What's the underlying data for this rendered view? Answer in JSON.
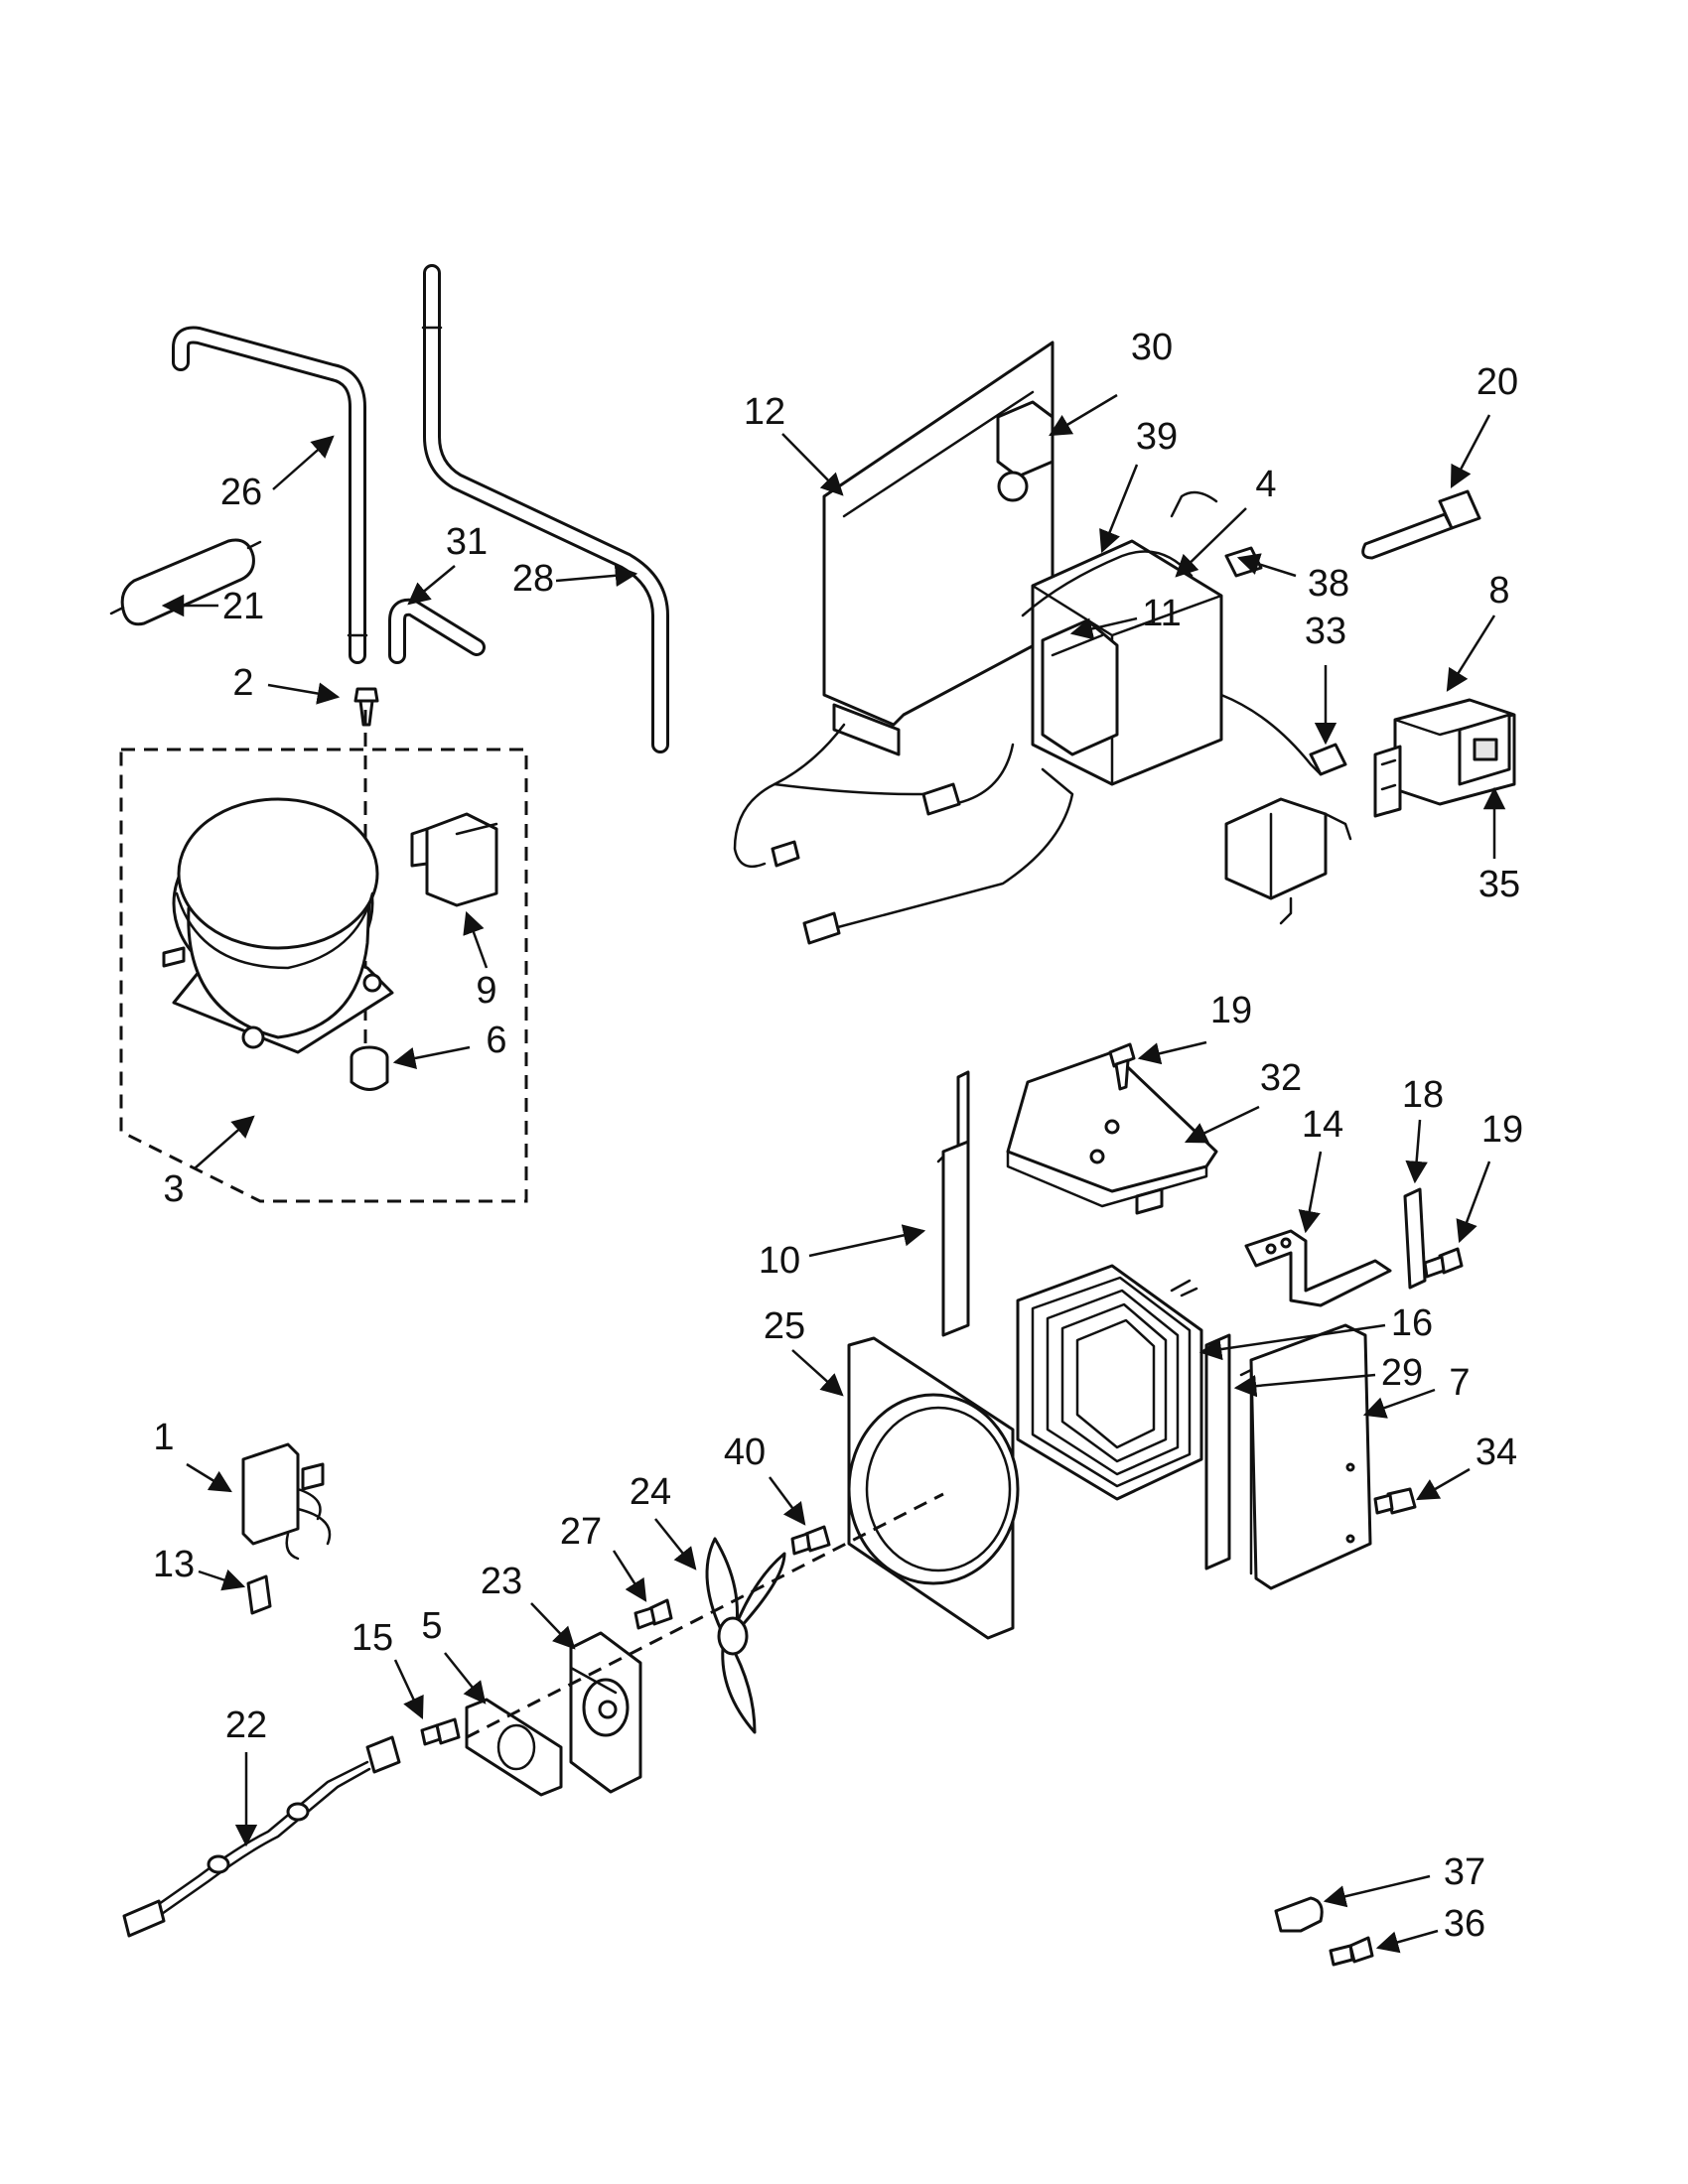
{
  "callouts": [
    {
      "id": "1",
      "text": "1"
    },
    {
      "id": "2",
      "text": "2"
    },
    {
      "id": "3",
      "text": "3"
    },
    {
      "id": "4",
      "text": "4"
    },
    {
      "id": "5",
      "text": "5"
    },
    {
      "id": "6",
      "text": "6"
    },
    {
      "id": "7",
      "text": "7"
    },
    {
      "id": "8",
      "text": "8"
    },
    {
      "id": "9",
      "text": "9"
    },
    {
      "id": "10",
      "text": "10"
    },
    {
      "id": "11",
      "text": "11"
    },
    {
      "id": "12",
      "text": "12"
    },
    {
      "id": "13",
      "text": "13"
    },
    {
      "id": "14",
      "text": "14"
    },
    {
      "id": "15",
      "text": "15"
    },
    {
      "id": "16",
      "text": "16"
    },
    {
      "id": "18",
      "text": "18"
    },
    {
      "id": "19a",
      "text": "19"
    },
    {
      "id": "19b",
      "text": "19"
    },
    {
      "id": "20",
      "text": "20"
    },
    {
      "id": "21",
      "text": "21"
    },
    {
      "id": "22",
      "text": "22"
    },
    {
      "id": "23",
      "text": "23"
    },
    {
      "id": "24",
      "text": "24"
    },
    {
      "id": "25",
      "text": "25"
    },
    {
      "id": "26",
      "text": "26"
    },
    {
      "id": "27",
      "text": "27"
    },
    {
      "id": "28",
      "text": "28"
    },
    {
      "id": "29",
      "text": "29"
    },
    {
      "id": "30",
      "text": "30"
    },
    {
      "id": "31",
      "text": "31"
    },
    {
      "id": "32",
      "text": "32"
    },
    {
      "id": "33",
      "text": "33"
    },
    {
      "id": "34",
      "text": "34"
    },
    {
      "id": "35",
      "text": "35"
    },
    {
      "id": "36",
      "text": "36"
    },
    {
      "id": "37",
      "text": "37"
    },
    {
      "id": "38",
      "text": "38"
    },
    {
      "id": "39",
      "text": "39"
    },
    {
      "id": "40",
      "text": "40"
    }
  ]
}
